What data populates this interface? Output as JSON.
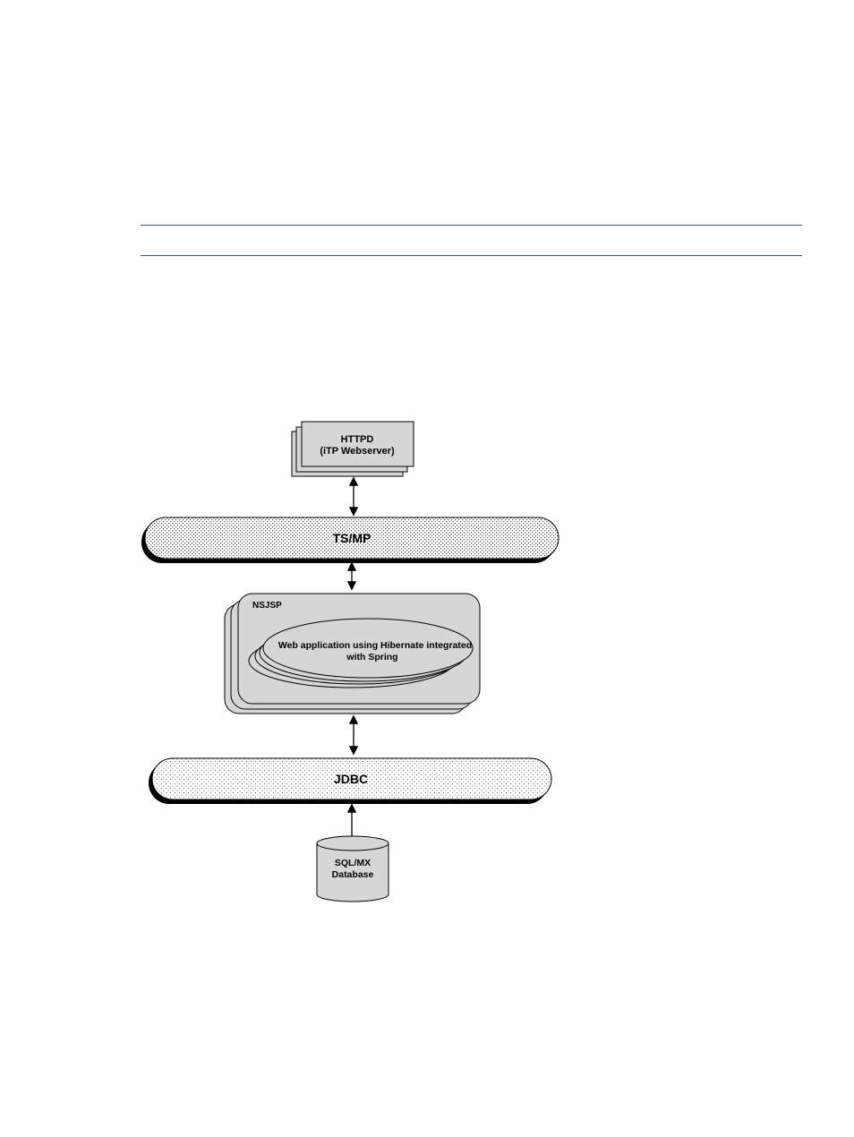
{
  "diagram": {
    "httpd": {
      "line1": "HTTPD",
      "line2": "(iTP Webserver)"
    },
    "tsmp": {
      "label": "TS/MP"
    },
    "nsjsp": {
      "label": "NSJSP"
    },
    "webapp": {
      "line1": "Web application using Hibernate integrated",
      "line2": "with Spring"
    },
    "jdbc": {
      "label": "JDBC"
    },
    "database": {
      "line1": "SQL/MX",
      "line2": "Database"
    }
  }
}
